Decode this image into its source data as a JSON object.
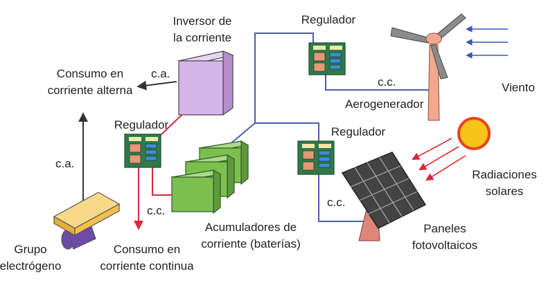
{
  "labels": {
    "inversor_l1": "Inversor de",
    "inversor_l2": "la corriente",
    "regulador_top": "Regulador",
    "consumo_ca_l1": "Consumo en",
    "consumo_ca_l2": "corriente alterna",
    "ca_inverter": "c.a.",
    "cc_wind": "c.c.",
    "viento": "Viento",
    "aerogenerador": "Aerogenerador",
    "regulador_left": "Regulador",
    "regulador_right": "Regulador",
    "ca_generator": "c.a.",
    "radiaciones_l1": "Radiaciones",
    "radiaciones_l2": "solares",
    "cc_left": "c.c.",
    "cc_solar": "c.c.",
    "acumuladores_l1": "Acumuladores de",
    "acumuladores_l2": "corriente (baterías)",
    "paneles_l1": "Paneles",
    "paneles_l2": "fotovoltaicos",
    "grupo_l1": "Grupo",
    "grupo_l2": "electrógeno",
    "consumo_cc_l1": "Consumo en",
    "consumo_cc_l2": "corriente continua"
  },
  "colors": {
    "wire_blue": "#4a5bb0",
    "wire_red": "#d9283a",
    "arrow_dark": "#333333",
    "battery_green": "#7dbf4e",
    "inverter_purple": "#d7b5ea",
    "regulator_green": "#2f7a4a",
    "generator_yellow": "#f2c14e",
    "sun": "#f7c21a",
    "ray_red": "#e02a2a",
    "wind_arrow": "#3c55b5",
    "mast": "#f2a88e",
    "panel_dark": "#555555"
  }
}
